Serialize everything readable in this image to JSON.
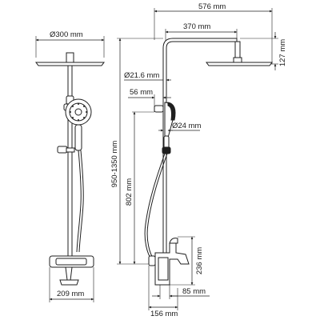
{
  "front_view": {
    "head_diameter": "Ø300 mm",
    "base_width": "209 mm"
  },
  "side_view": {
    "total_reach": "576 mm",
    "arm_length": "370 mm",
    "head_drop": "127 mm",
    "pipe_diameter": "Ø21.6 mm",
    "wall_offset": "56 mm",
    "handshower_diameter": "Ø24 mm",
    "height_range": "950-1350 mm",
    "bar_height": "802 mm",
    "mixer_height": "236 mm",
    "spout_offset": "156 mm",
    "spout_depth": "85 mm"
  }
}
